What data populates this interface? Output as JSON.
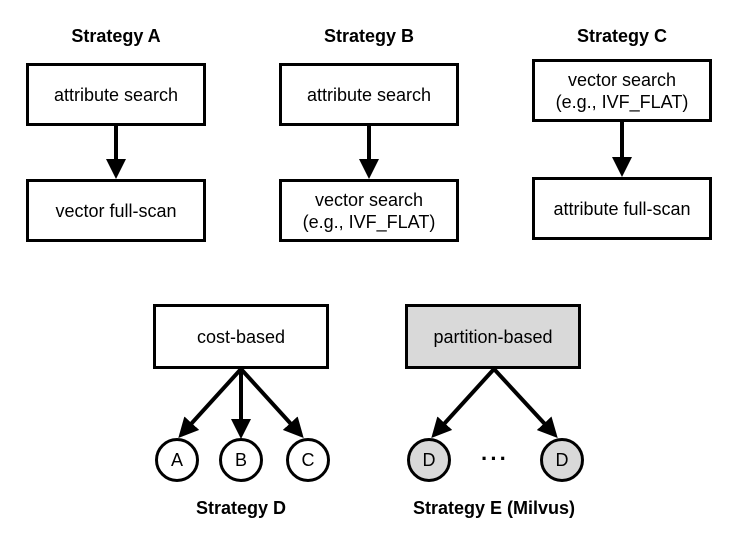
{
  "strategies": {
    "a": {
      "title": "Strategy A",
      "top": "attribute search",
      "bottom": "vector full-scan"
    },
    "b": {
      "title": "Strategy B",
      "top": "attribute search",
      "bottom_line1": "vector search",
      "bottom_line2": "(e.g., IVF_FLAT)"
    },
    "c": {
      "title": "Strategy C",
      "top_line1": "vector search",
      "top_line2": "(e.g., IVF_FLAT)",
      "bottom": "attribute full-scan"
    },
    "d": {
      "title": "Strategy D",
      "root": "cost-based",
      "children": [
        "A",
        "B",
        "C"
      ]
    },
    "e": {
      "title": "Strategy E (Milvus)",
      "root": "partition-based",
      "children": [
        "D",
        "D"
      ],
      "ellipsis": "···"
    }
  },
  "colors": {
    "line": "#000000",
    "shaded_fill": "#d9d9d9",
    "fill": "#ffffff"
  }
}
